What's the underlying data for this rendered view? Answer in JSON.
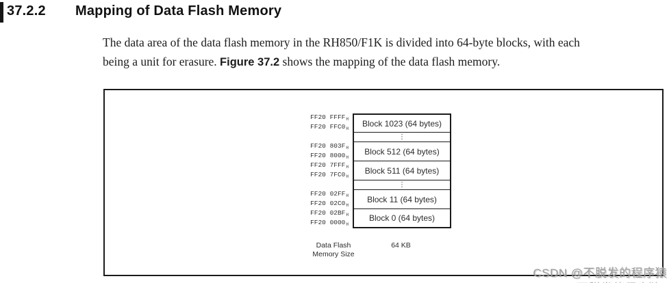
{
  "document": {
    "section_number": "37.2.2",
    "section_title": "Mapping of Data Flash Memory",
    "paragraph": {
      "line1": "The data area of the data flash memory in the RH850/F1K is divided into 64-byte blocks, with each",
      "line2_before": "being a unit for erasure. ",
      "line2_figure_ref": "Figure 37.2",
      "line2_after": " shows the mapping of the data flash memory."
    }
  },
  "figure": {
    "address_subscript": "H",
    "dots_char": "⋮",
    "rows": [
      {
        "kind": "block",
        "label": "Block 1023 (64 bytes)",
        "addresses": [
          "FF20 FFFF",
          "FF20 FFC0"
        ]
      },
      {
        "kind": "dots"
      },
      {
        "kind": "block",
        "label": "Block 512 (64 bytes)",
        "addresses": [
          "FF20 803F",
          "FF20 8000"
        ]
      },
      {
        "kind": "block",
        "label": "Block 511 (64 bytes)",
        "addresses": [
          "FF20 7FFF",
          "FF20 7FC0"
        ]
      },
      {
        "kind": "dots"
      },
      {
        "kind": "block",
        "label": "Block 11 (64 bytes)",
        "addresses": [
          "FF20 02FF",
          "FF20 02C0"
        ]
      },
      {
        "kind": "block",
        "label": "Block 0 (64 bytes)",
        "addresses": [
          "FF20 02BF",
          "FF20 0000"
        ]
      }
    ],
    "size_axis_label_line1": "Data Flash",
    "size_axis_label_line2": "Memory Size",
    "size_value": "64 KB"
  },
  "watermark": {
    "text": "CSDN @不脱发的程序猿"
  },
  "colors": {
    "ink": "#1a1a1a",
    "watermark_gray": "#9b9b9b",
    "background": "#ffffff"
  }
}
